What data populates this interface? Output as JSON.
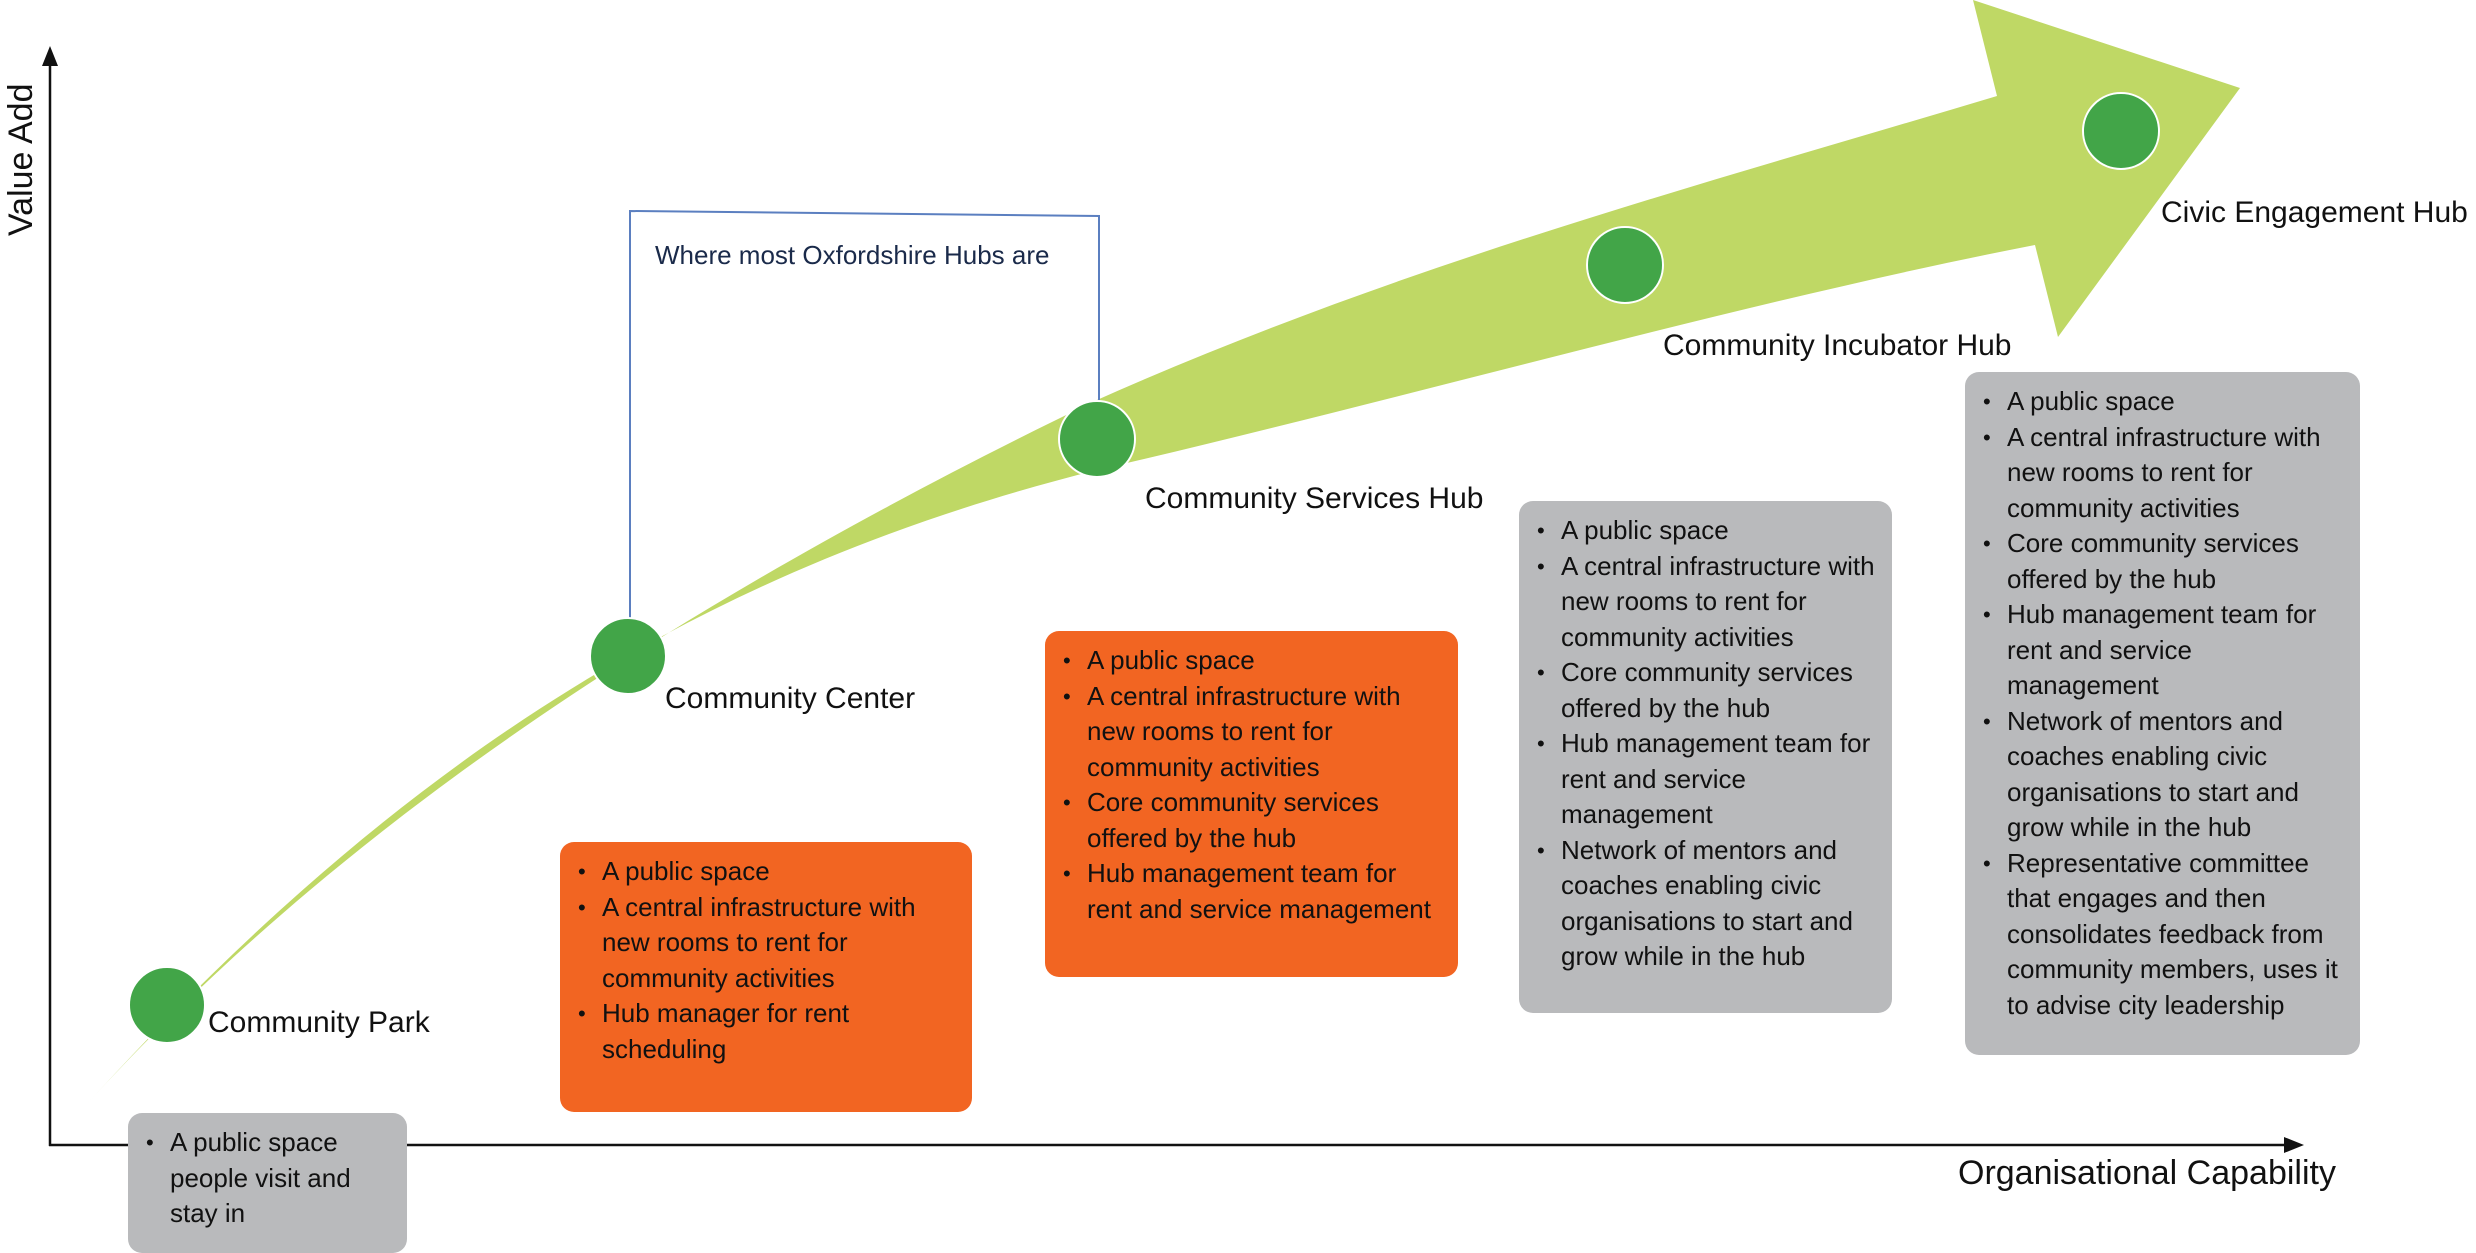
{
  "axes": {
    "y_label": "Value Add",
    "x_label": "Organisational Capability"
  },
  "colors": {
    "arrow": "#bfd865",
    "milestone": "#42a548",
    "orange_box": "#f26522",
    "gray_box": "#b9babc",
    "bracket_line": "#5b7fc0",
    "bracket_text": "#1a2a4a"
  },
  "bracket": {
    "label": "Where most Oxfordshire Hubs are",
    "spans": [
      "Community Center",
      "Community Services Hub"
    ]
  },
  "stages": [
    {
      "name": "Community Park",
      "box_style": "gray",
      "features": [
        "A public space people visit and stay in"
      ]
    },
    {
      "name": "Community Center",
      "box_style": "orange",
      "features": [
        "A public space",
        "A central infrastructure with new rooms to rent for community activities",
        "Hub manager for rent scheduling"
      ]
    },
    {
      "name": "Community Services Hub",
      "box_style": "orange",
      "features": [
        "A public space",
        "A central infrastructure with new rooms to rent for community activities",
        "Core community services offered by the hub",
        "Hub management team for rent and service management"
      ]
    },
    {
      "name": "Community Incubator Hub",
      "box_style": "gray",
      "features": [
        "A public space",
        "A central infrastructure with new rooms to rent for community activities",
        "Core community services offered by the hub",
        "Hub management team for rent and service management",
        "Network of mentors and coaches enabling civic organisations to start and grow while in the hub"
      ]
    },
    {
      "name": "Civic Engagement Hub",
      "box_style": "gray",
      "features": [
        "A public space",
        "A central infrastructure with new rooms to rent for community activities",
        "Core community services offered by the hub",
        "Hub management team for rent and service management",
        "Network of mentors and coaches enabling civic organisations to start and grow while in the hub",
        "Representative committee that engages and then consolidates feedback from community members, uses it to advise city leadership"
      ]
    }
  ]
}
